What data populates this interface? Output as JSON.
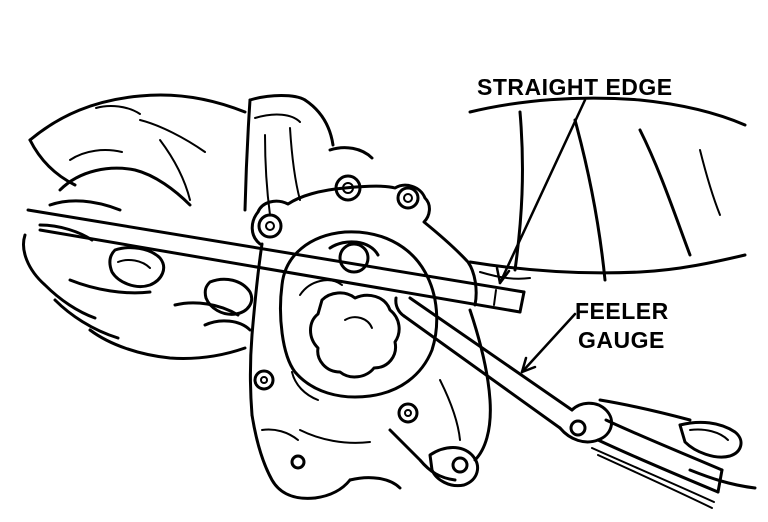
{
  "figure": {
    "labels": {
      "straight_edge": "STRAIGHT EDGE",
      "feeler_line1": "FEELER",
      "feeler_line2": "GAUGE"
    },
    "colors": {
      "ink": "#000000",
      "paper": "#ffffff"
    }
  }
}
